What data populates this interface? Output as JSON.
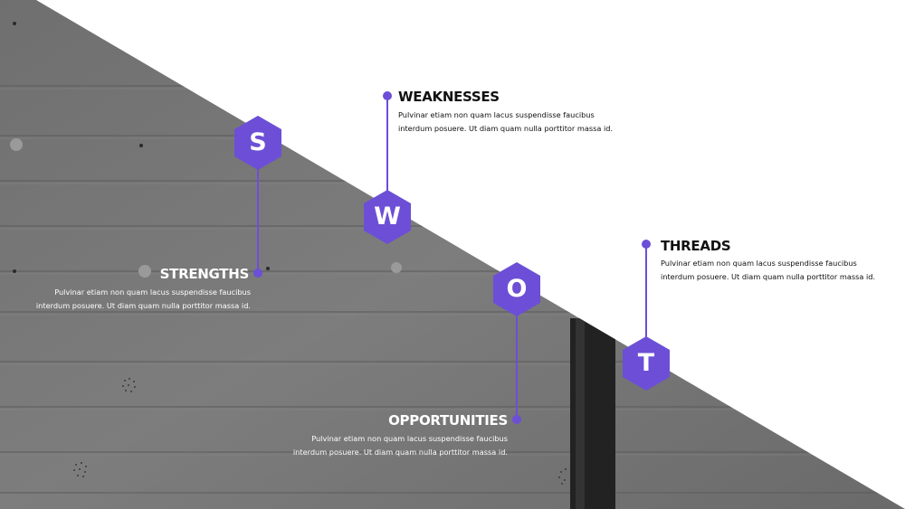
{
  "colors": {
    "accent": "#6c4fd6",
    "photo_gray": "#7a7a7a",
    "background": "#ffffff"
  },
  "swot": {
    "strengths": {
      "letter": "S",
      "title": "STRENGTHS",
      "line1": "Pulvinar etiam non quam lacus suspendisse faucibus",
      "line2": "interdum posuere. Ut diam quam nulla porttitor massa id."
    },
    "weaknesses": {
      "letter": "W",
      "title": "WEAKNESSES",
      "line1": "Pulvinar etiam non quam lacus suspendisse faucibus",
      "line2": "interdum posuere. Ut diam quam nulla porttitor massa id."
    },
    "opportunities": {
      "letter": "O",
      "title": "OPPORTUNITIES",
      "line1": "Pulvinar etiam non quam lacus suspendisse faucibus",
      "line2": "interdum posuere. Ut diam quam nulla porttitor massa id."
    },
    "threats": {
      "letter": "T",
      "title": "THREADS",
      "line1": "Pulvinar etiam non quam lacus suspendisse faucibus",
      "line2": "interdum posuere. Ut diam quam nulla porttitor massa id."
    }
  }
}
